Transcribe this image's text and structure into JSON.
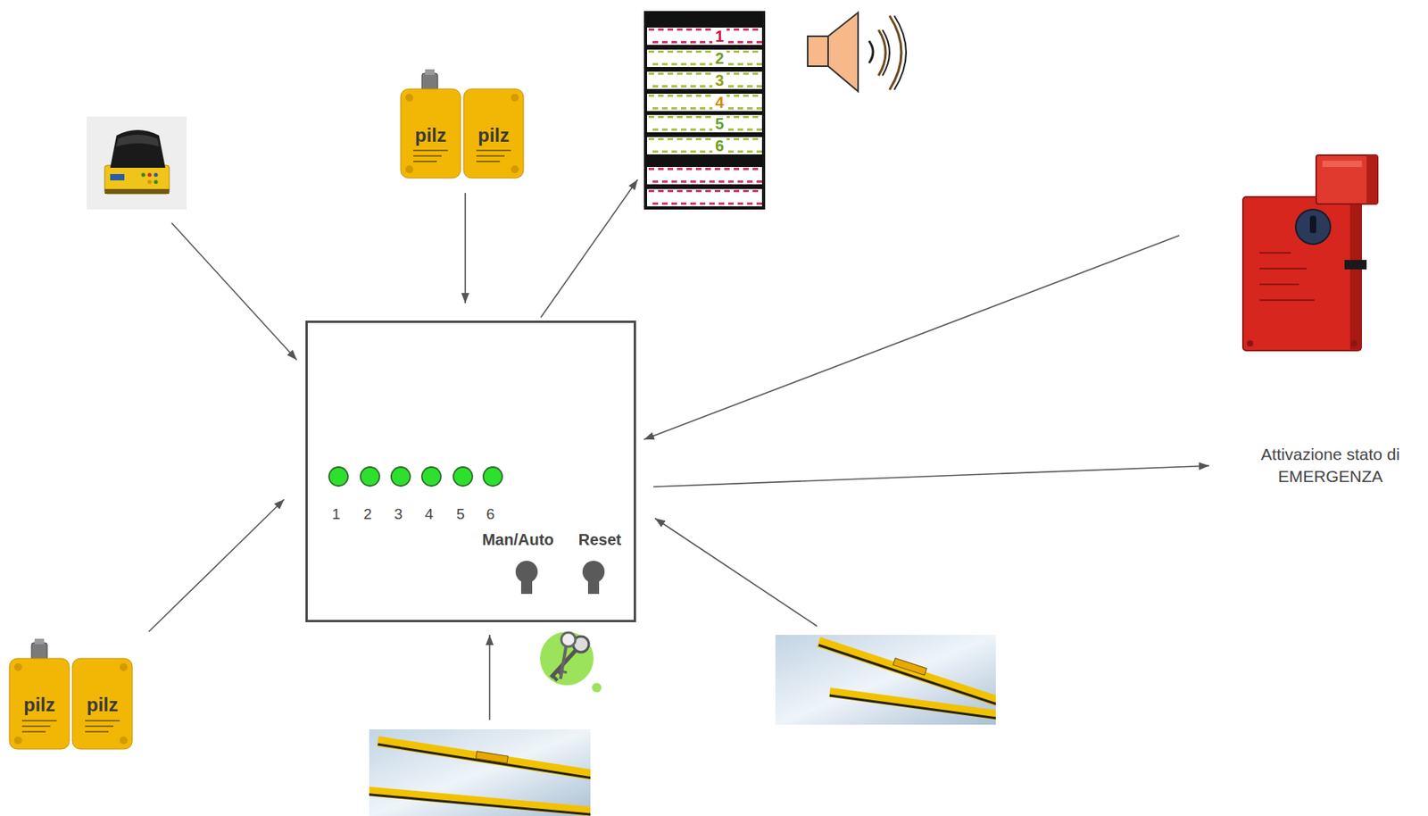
{
  "diagram": {
    "nodes": [
      {
        "text": [
          "1",
          "2",
          "3",
          "4",
          "5",
          "6"
        ]
      },
      {
        "text": [
          "1",
          "2",
          "3",
          "4",
          "5",
          "6",
          "Man/Auto",
          "Reset"
        ]
      },
      {
        "text": [
          "Attivazione stato di EMERGENZA"
        ]
      }
    ],
    "edges": [
      {
        "from": 1,
        "to": 0,
        "arrow": "to"
      },
      {
        "from": 1,
        "to": 2,
        "arrow": "to"
      }
    ],
    "labels": [
      "pilz",
      "pilz",
      "pilz",
      "pilz"
    ]
  }
}
